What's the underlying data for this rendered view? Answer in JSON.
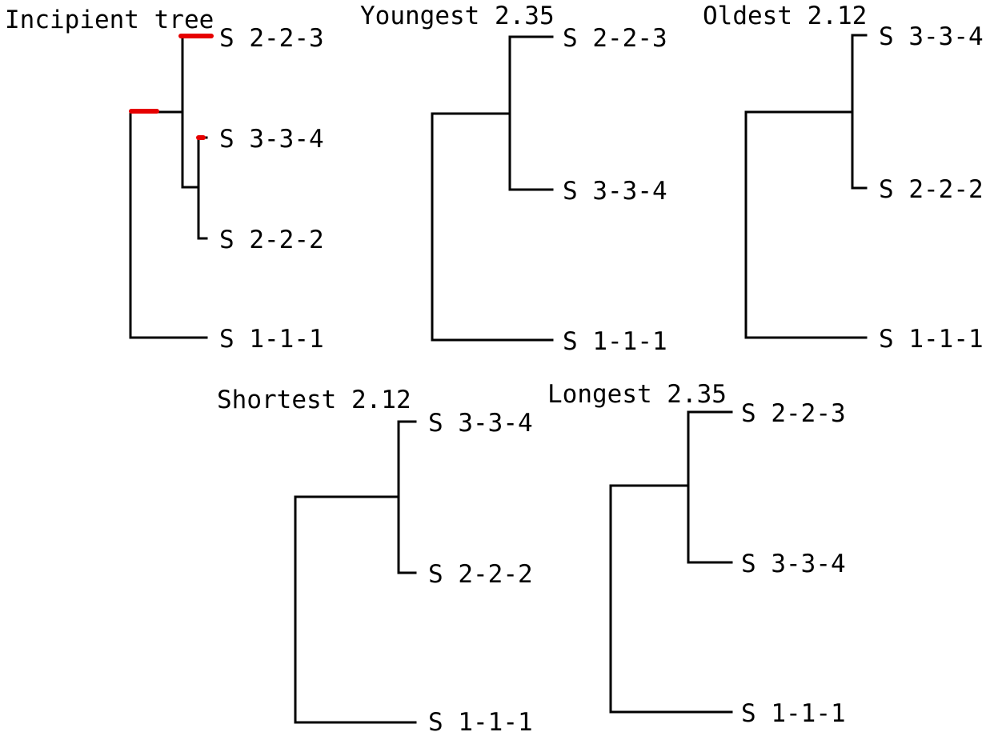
{
  "colors": {
    "line": "#000000",
    "highlight": "#e60000",
    "background": "#ffffff"
  },
  "trees": [
    {
      "title": "Incipient tree",
      "tips": [
        "S 2-2-3",
        "S 3-3-4",
        "S 2-2-2",
        "S 1-1-1"
      ]
    },
    {
      "title": "Youngest 2.35",
      "tips": [
        "S 2-2-3",
        "S 3-3-4",
        "S 1-1-1"
      ]
    },
    {
      "title": "Oldest 2.12",
      "tips": [
        "S 3-3-4",
        "S 2-2-2",
        "S 1-1-1"
      ]
    },
    {
      "title": "Shortest 2.12",
      "tips": [
        "S 3-3-4",
        "S 2-2-2",
        "S 1-1-1"
      ]
    },
    {
      "title": "Longest 2.35",
      "tips": [
        "S 2-2-3",
        "S 3-3-4",
        "S 1-1-1"
      ]
    }
  ]
}
